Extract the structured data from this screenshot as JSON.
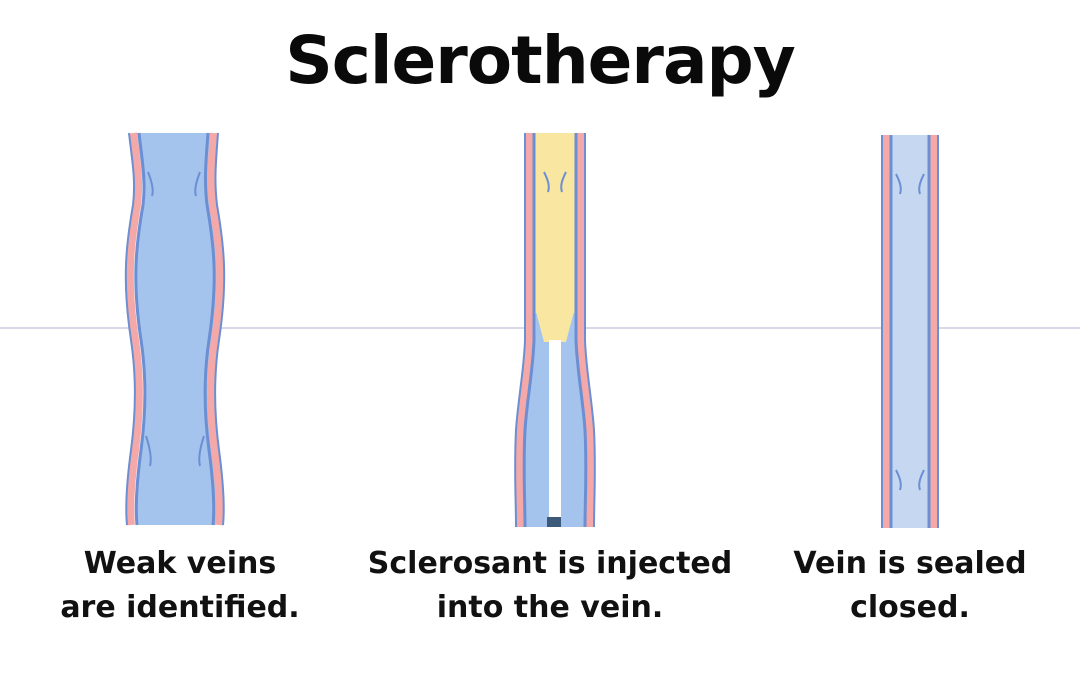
{
  "title": "Sclerotherapy",
  "colors": {
    "vein_fill": "#a4c4ee",
    "vein_fill_light": "#c6d8f1",
    "vein_wall_outer": "#6b8fd2",
    "vein_wall_pink": "#f4a8a8",
    "sclerosant": "#f9e6a0",
    "needle": "#ffffff",
    "needle_tip": "#3b5a7a",
    "guide_line": "#d8d8e8"
  },
  "steps": [
    {
      "caption_line1": "Weak veins",
      "caption_line2": "are identified.",
      "illustration": "weak-vein"
    },
    {
      "caption_line1": "Sclerosant is injected",
      "caption_line2": "into the vein.",
      "illustration": "injected-vein"
    },
    {
      "caption_line1": "Vein is sealed",
      "caption_line2": "closed.",
      "illustration": "sealed-vein"
    }
  ]
}
